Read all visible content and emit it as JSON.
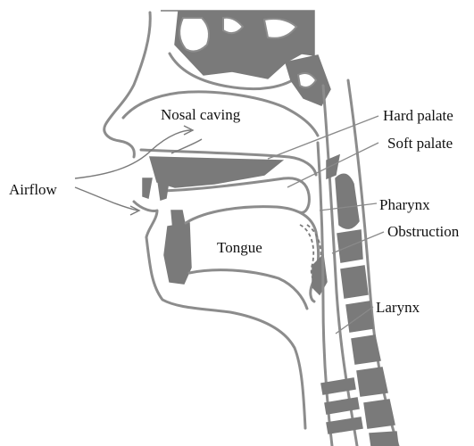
{
  "diagram": {
    "labels": {
      "nasal_cavity": "Nosal caving",
      "airflow": "Airflow",
      "tongue": "Tongue",
      "hard_palate": "Hard palate",
      "soft_palate": "Soft palate",
      "pharynx": "Pharynx",
      "obstruction": "Obstruction",
      "larynx": "Larynx"
    },
    "colors": {
      "outline": "#8c8c8c",
      "fill_dark": "#7a7a7a",
      "background": "#ffffff"
    }
  }
}
